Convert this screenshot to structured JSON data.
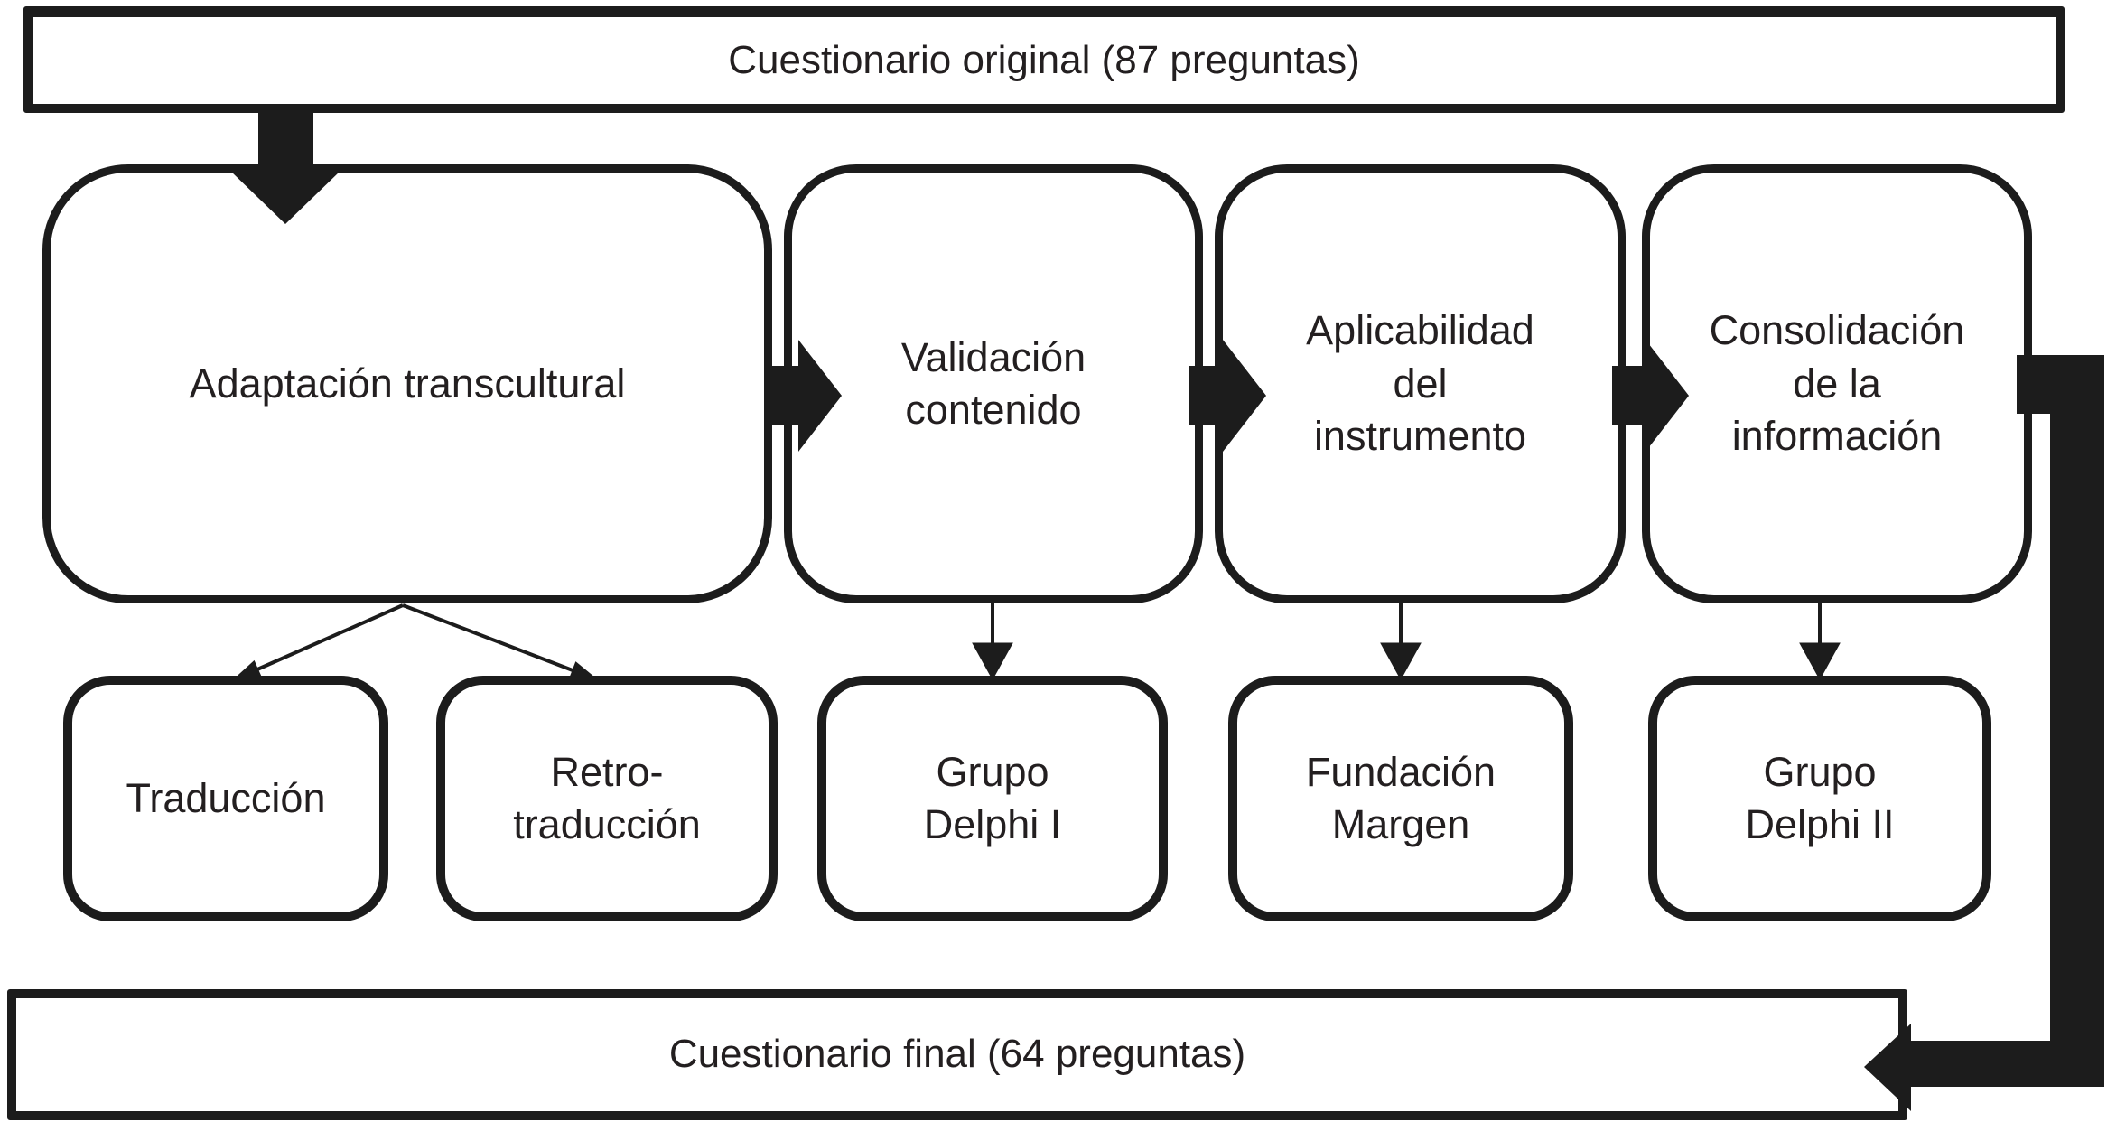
{
  "banners": {
    "top": "Cuestionario original (87 preguntas)",
    "bottom": "Cuestionario final (64 preguntas)"
  },
  "stages": [
    {
      "label": "Adaptación transcultural"
    },
    {
      "label": "Validación\ncontenido"
    },
    {
      "label": "Aplicabilidad\ndel\ninstrumento"
    },
    {
      "label": "Consolidación\nde la\ninformación"
    }
  ],
  "substages": [
    {
      "label": "Traducción"
    },
    {
      "label": "Retro-\ntraducción"
    },
    {
      "label": "Grupo\nDelphi I"
    },
    {
      "label": "Fundación\nMargen"
    },
    {
      "label": "Grupo\nDelphi II"
    }
  ],
  "icons": [
    "down-arrow-icon",
    "right-arrow-icon",
    "split-arrow-icon",
    "feedback-elbow-arrow-icon"
  ],
  "colors": {
    "ink": "#1c1c1c",
    "text": "#231f20",
    "background": "#ffffff"
  }
}
